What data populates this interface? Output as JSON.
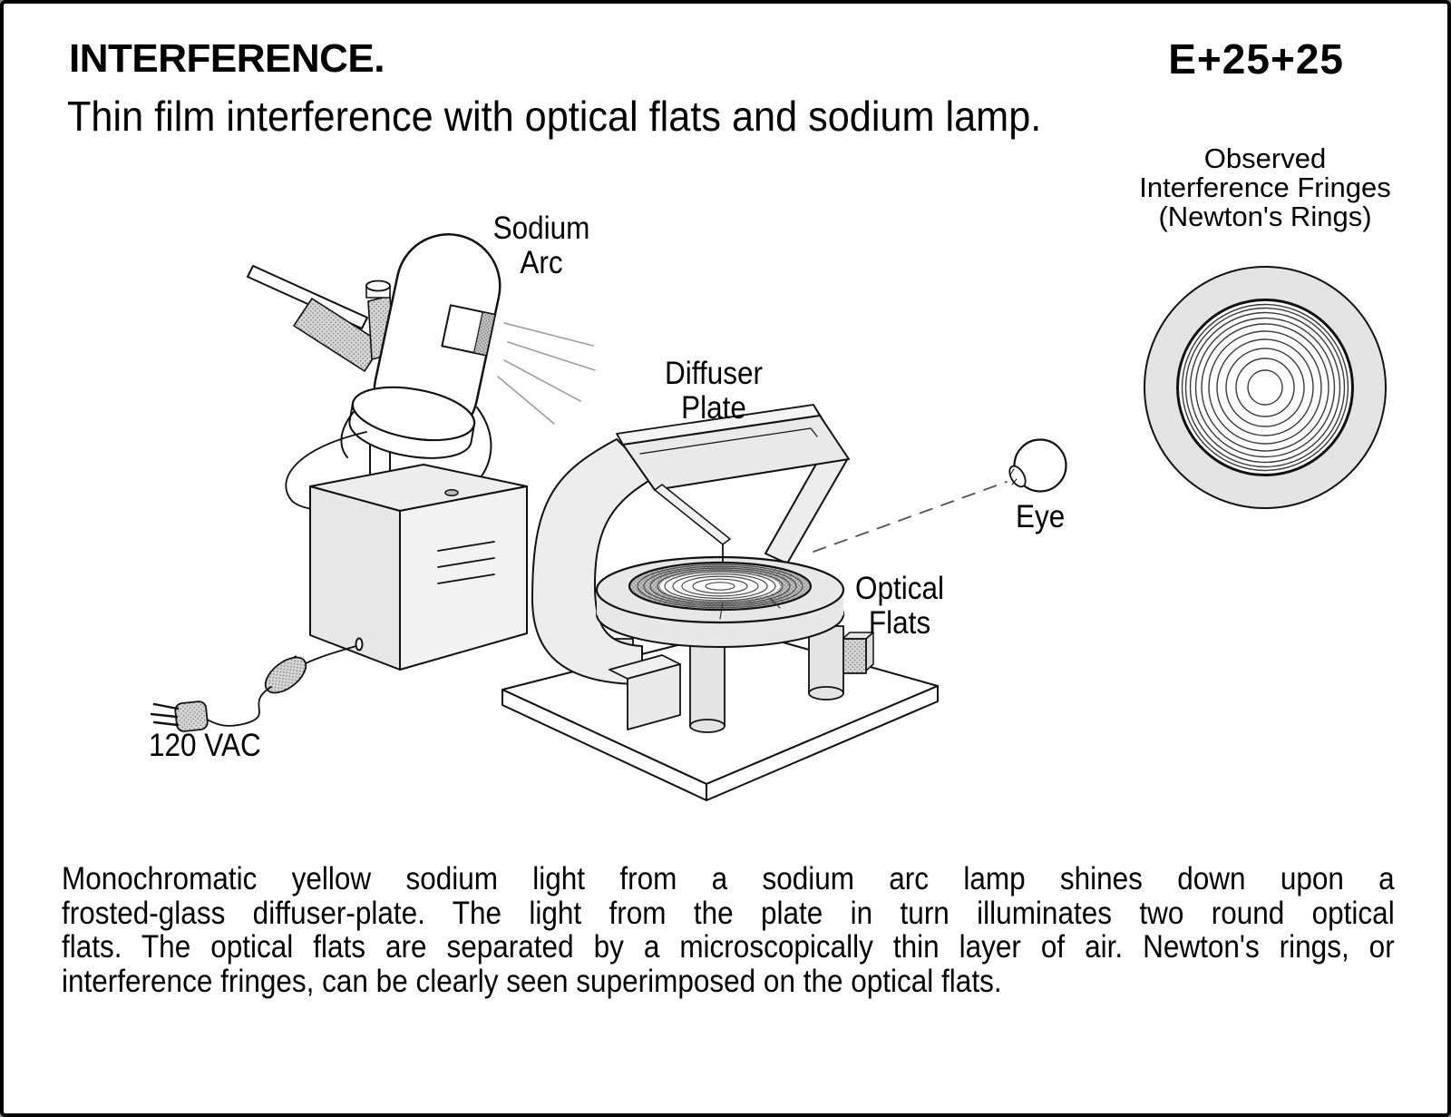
{
  "header": {
    "title": "INTERFERENCE.",
    "code": "E+25+25",
    "subtitle": "Thin film interference with optical flats and sodium lamp."
  },
  "diagram_labels": {
    "sodium_arc": [
      "Sodium",
      "Arc"
    ],
    "diffuser_plate": [
      "Diffuser",
      "Plate"
    ],
    "optical_flats": [
      "Optical",
      "Flats"
    ],
    "eye": "Eye",
    "power": "120 VAC",
    "observed_fringes": [
      "Observed",
      "Interference Fringes",
      "(Newton's Rings)"
    ]
  },
  "description": {
    "lines": [
      "Monochromatic yellow sodium light from a sodium arc lamp shines down upon a",
      "frosted-glass diffuser-plate. The light from the plate in turn illuminates two round optical",
      "flats. The optical flats are separated by a microscopically thin layer of air. Newton's rings, or",
      "interference fringes, can be clearly seen superimposed on the optical flats."
    ]
  },
  "colors": {
    "ink": "#000000",
    "paper": "#ffffff",
    "shape_fill": "#e8e8e8",
    "stipple_fill": "#c9c9c9"
  }
}
